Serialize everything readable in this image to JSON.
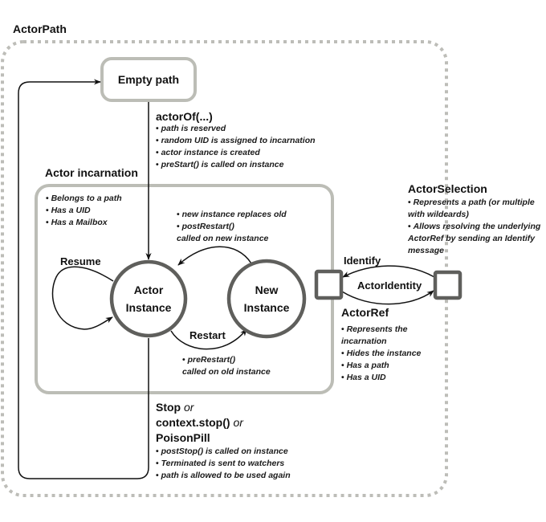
{
  "title": "ActorPath",
  "nodes": {
    "empty_path": "Empty path",
    "actor_instance_line1": "Actor",
    "actor_instance_line2": "Instance",
    "new_instance_line1": "New",
    "new_instance_line2": "Instance"
  },
  "actor_of": {
    "heading": "actorOf(...)",
    "bullets": [
      "path is reserved",
      "random UID is assigned to incarnation",
      "actor instance is created",
      "preStart() is called on instance"
    ]
  },
  "incarnation": {
    "heading": "Actor incarnation",
    "bullets": [
      "Belongs to a path",
      "Has a UID",
      "Has a Mailbox"
    ]
  },
  "new_instance_note": {
    "bullet1": "new instance replaces old",
    "bullet2": "postRestart()",
    "continuation": "called on new instance"
  },
  "transitions": {
    "resume": "Resume",
    "restart": "Restart",
    "identify": "Identify",
    "actor_identity": "ActorIdentity"
  },
  "restart_note": {
    "bullet": "preRestart()",
    "continuation": "called on old instance"
  },
  "stop": {
    "line1_bold": "Stop",
    "line1_or": "or",
    "line2_bold": "context.stop()",
    "line2_or": "or",
    "line3_bold": "PoisonPill",
    "bullets": [
      "postStop() is called on instance",
      "Terminated is sent to watchers",
      "path is allowed to be used again"
    ]
  },
  "actor_selection": {
    "heading": "ActorSelection",
    "bullet1_line1": "Represents a path (or multiple",
    "bullet1_line2": "with wildcards)",
    "bullet2_line1": "Allows resolving the underlying",
    "bullet2_line2": "ActorRef by sending an Identify",
    "bullet2_line3": "message"
  },
  "actor_ref": {
    "heading": "ActorRef",
    "bullet1_line1": "Represents the",
    "bullet1_line2": "incarnation",
    "bullets": [
      "Hides the instance",
      "Has a path",
      "Has a UID"
    ]
  },
  "colors": {
    "dashed_border": "#bdbdb8",
    "box_border": "#bcbdb6",
    "circle_border": "#5f5f5c",
    "square_border": "#5f5f5c",
    "line": "#111111",
    "text": "#111111"
  }
}
